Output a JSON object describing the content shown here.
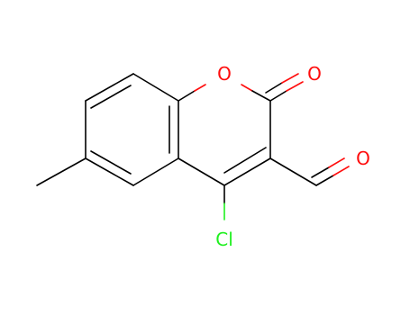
{
  "molecule": {
    "atoms": {
      "ring_oxygen": "O",
      "carbonyl_oxygen": "O",
      "aldehyde_oxygen": "O",
      "chlorine": "Cl"
    },
    "colors": {
      "oxygen": "#ff0d0d",
      "chlorine": "#1ff01f",
      "carbon_bond": "#000000",
      "background": "#ffffff"
    }
  }
}
